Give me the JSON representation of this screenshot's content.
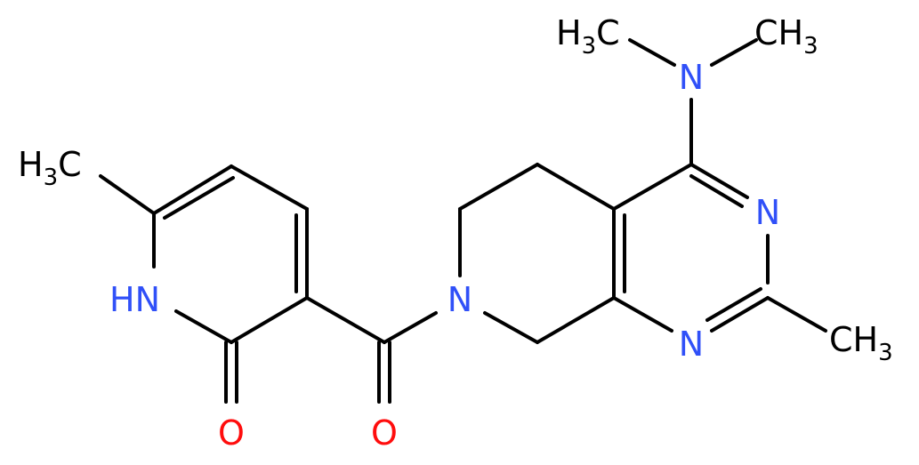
{
  "colors": {
    "bond": "#000000",
    "carbon_label": "#000000",
    "nitrogen": "#3050F8",
    "oxygen": "#FF0D0D"
  },
  "atoms": {
    "methyl_pyridone": {
      "main": "H",
      "sub": "3",
      "end": "C"
    },
    "nh": "HN",
    "oxo_pyridone": "O",
    "carbonyl_oxygen": "O",
    "ring_nitrogen": "N",
    "pyrimidine_n3": "N",
    "pyrimidine_n1": "N",
    "dimethylamino_n": "N",
    "methyl_nme_left": {
      "main": "H",
      "sub": "3",
      "end": "C"
    },
    "methyl_nme_right": {
      "main": "CH",
      "sub": "3"
    },
    "methyl_pyrimidine": {
      "main": "CH",
      "sub": "3"
    }
  }
}
